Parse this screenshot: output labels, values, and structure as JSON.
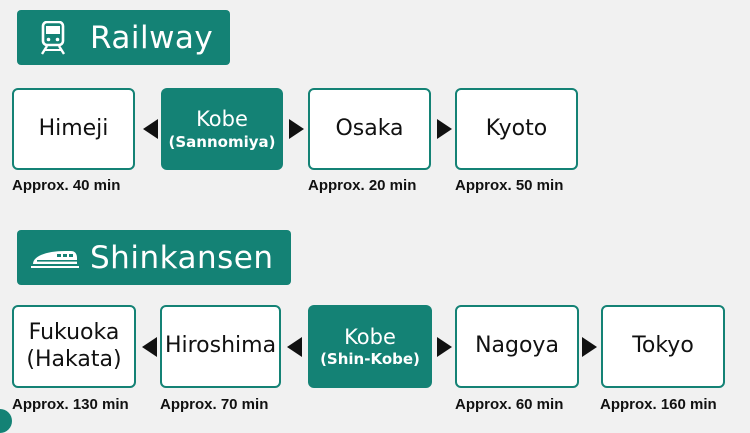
{
  "railway": {
    "title": "Railway",
    "icon": "train-icon",
    "stations": [
      {
        "name": "Himeji"
      },
      {
        "name": "Kobe",
        "sub": "(Sannomiya)"
      },
      {
        "name": "Osaka"
      },
      {
        "name": "Kyoto"
      }
    ],
    "times": [
      "Approx. 40 min",
      "Approx. 20 min",
      "Approx. 50 min"
    ]
  },
  "shinkansen": {
    "title": "Shinkansen",
    "icon": "bullet-train-icon",
    "stations": [
      {
        "line1": "Fukuoka",
        "line2": "(Hakata)"
      },
      {
        "name": "Hiroshima"
      },
      {
        "name": "Kobe",
        "sub": "(Shin-Kobe)"
      },
      {
        "name": "Nagoya"
      },
      {
        "name": "Tokyo"
      }
    ],
    "times": [
      "Approx. 130 min",
      "Approx. 70 min",
      "Approx. 60 min",
      "Approx. 160 min"
    ]
  },
  "colors": {
    "accent": "#148275",
    "background": "#f1f1f1",
    "arrow": "#111111"
  }
}
